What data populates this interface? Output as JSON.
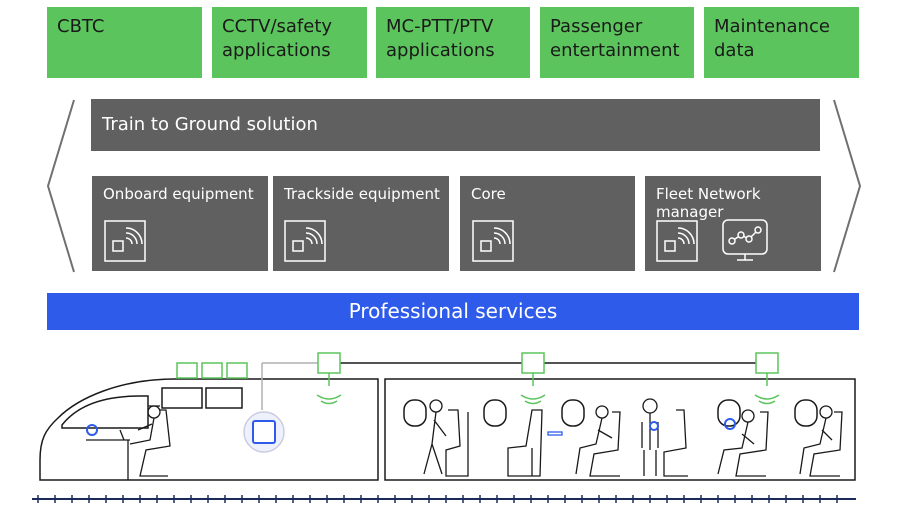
{
  "applications": [
    {
      "label": "CBTC"
    },
    {
      "label": "CCTV/safety\napplications"
    },
    {
      "label": "MC-PTT/PTV\napplications"
    },
    {
      "label": "Passenger\nentertainment"
    },
    {
      "label": "Maintenance\ndata"
    }
  ],
  "solution": {
    "title": "Train to Ground solution"
  },
  "components": [
    {
      "label": "Onboard equipment",
      "icons": [
        "wireless-device-icon"
      ]
    },
    {
      "label": "Trackside equipment",
      "icons": [
        "wireless-device-icon"
      ]
    },
    {
      "label": "Core",
      "icons": [
        "wireless-device-icon"
      ]
    },
    {
      "label": "Fleet Network manager",
      "icons": [
        "wireless-device-icon",
        "network-monitor-icon"
      ]
    }
  ],
  "services": {
    "label": "Professional services"
  },
  "colors": {
    "application_green": "#5cc45c",
    "component_gray": "#606060",
    "services_blue": "#2f5bea",
    "wireless_green": "#5cc45c",
    "device_blue": "#2f5bea"
  }
}
